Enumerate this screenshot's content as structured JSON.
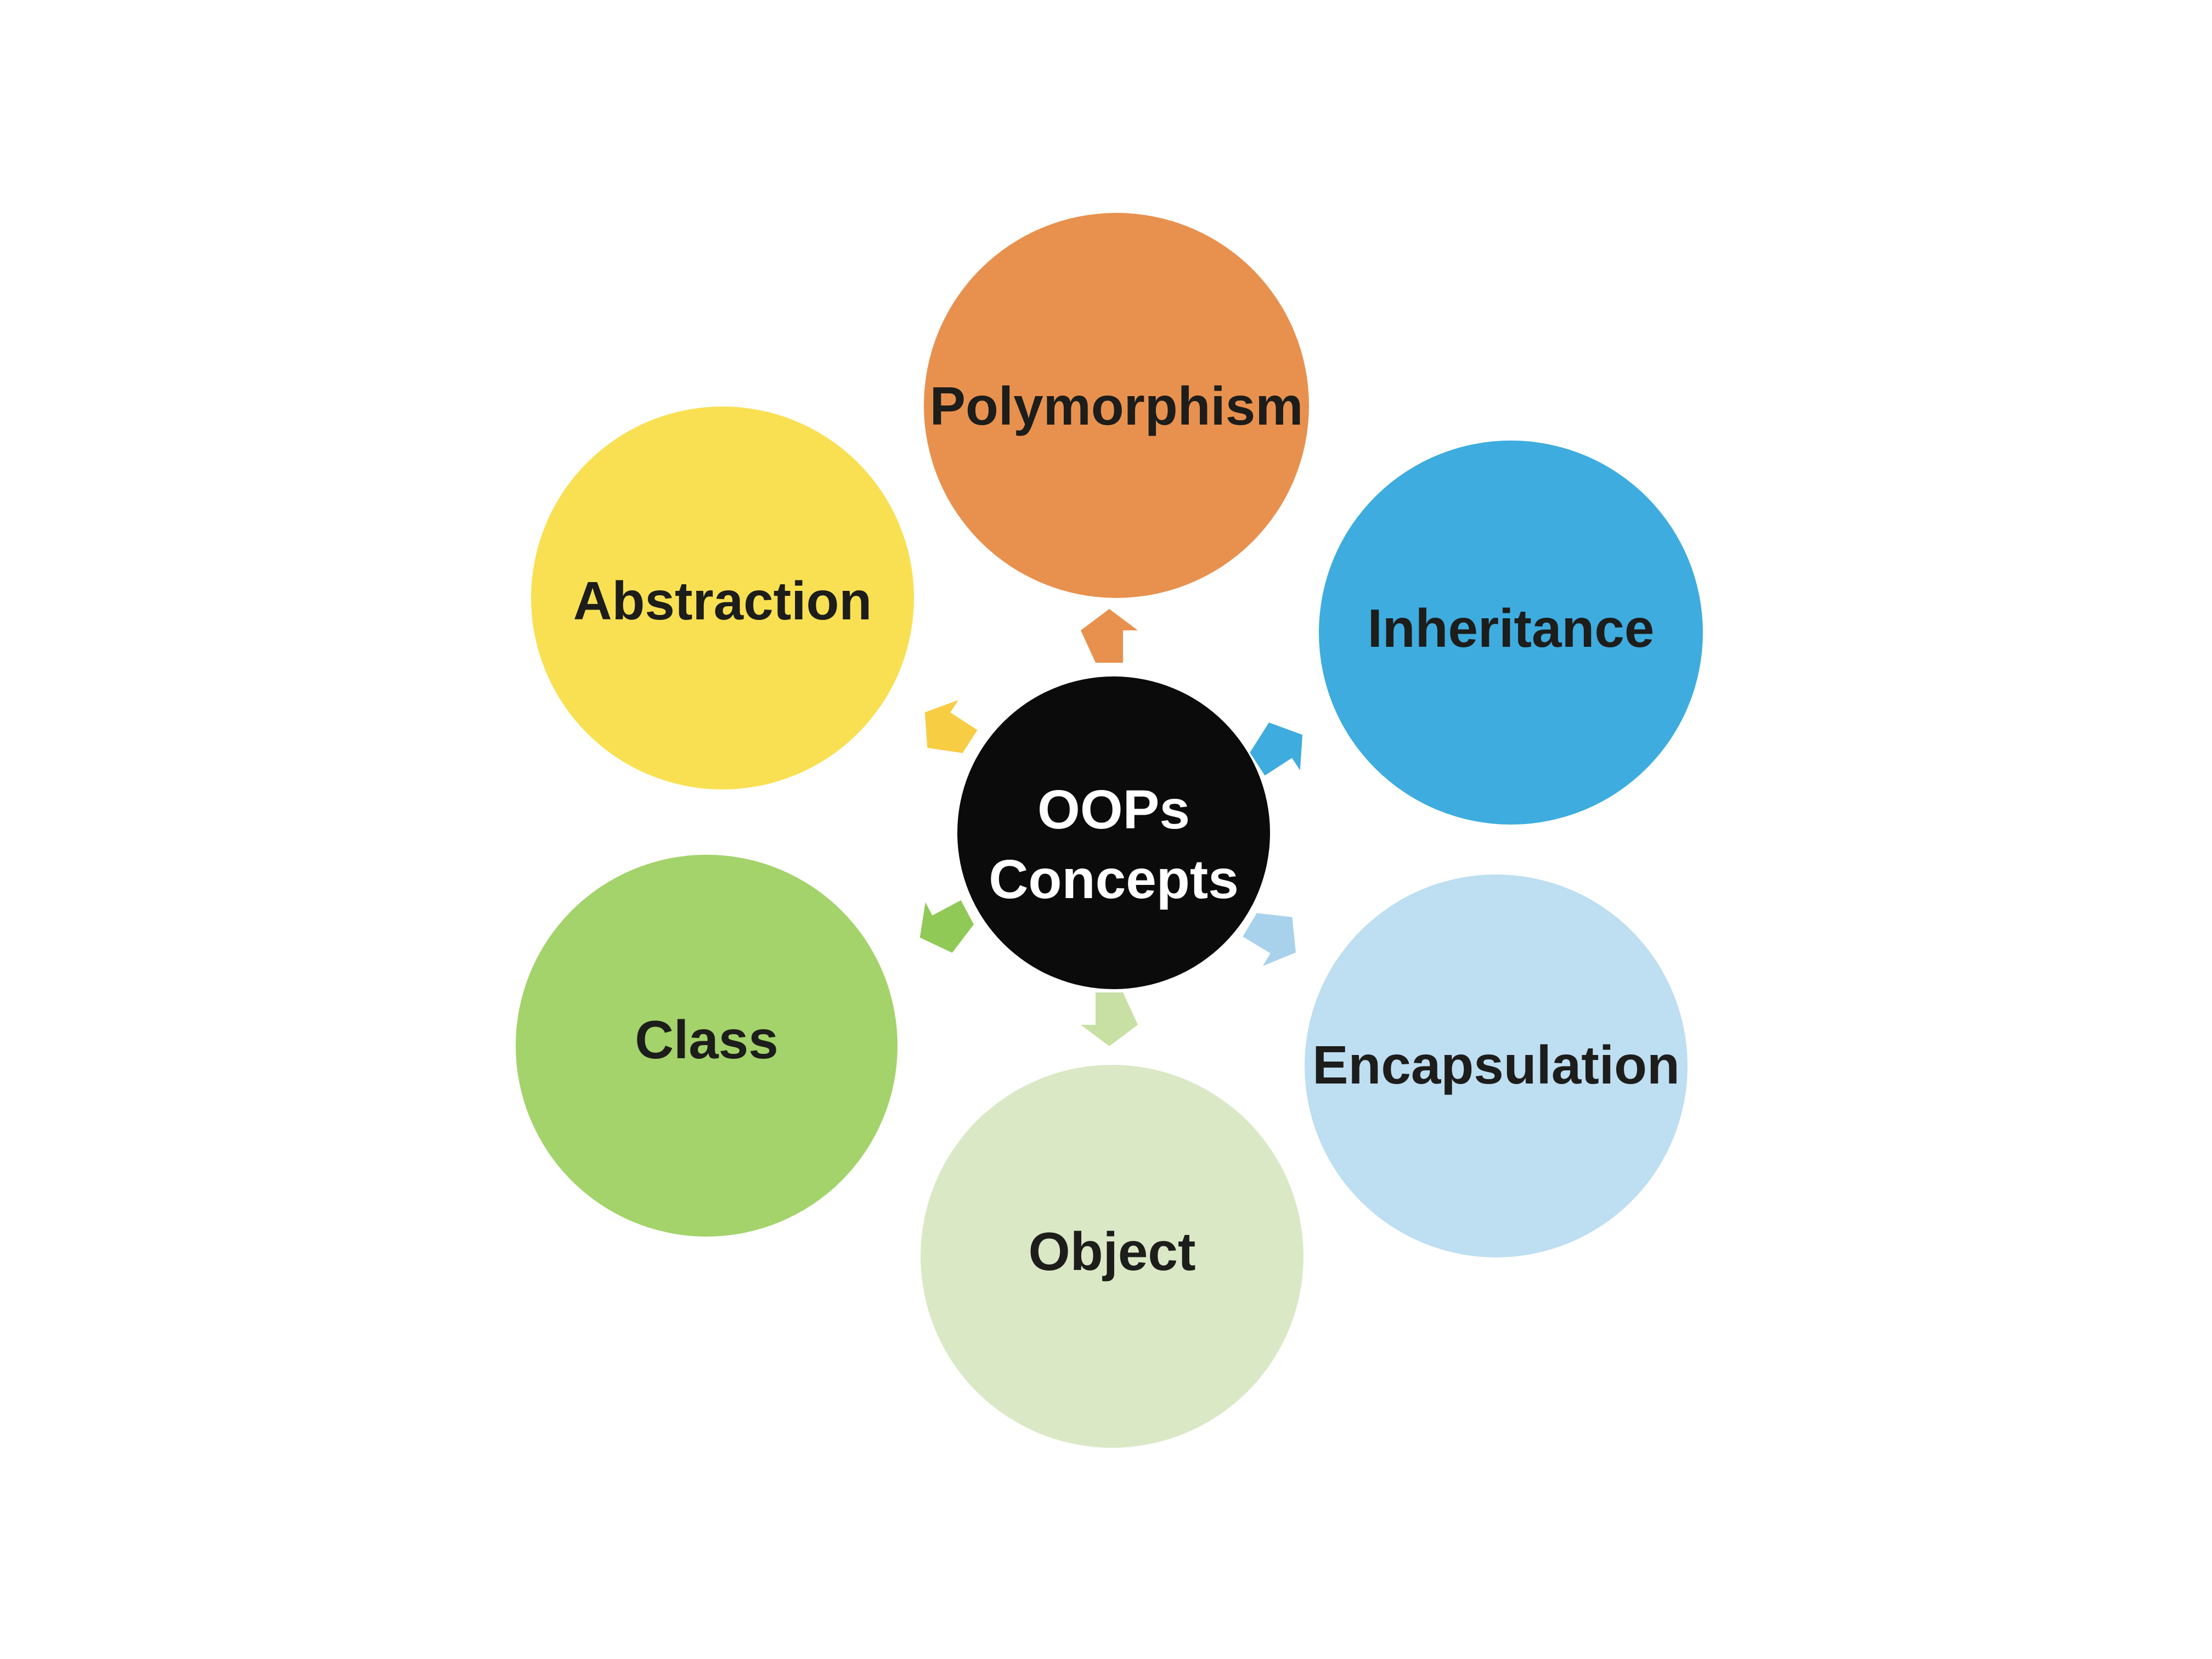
{
  "title": "OOPs Concepts",
  "background_color": "#ffffff",
  "label_text_color": "#1d1d1b",
  "center": {
    "line1": "OOPs",
    "line2": "Concepts",
    "fill": "#0b0b0b",
    "text_color": "#ffffff"
  },
  "nodes": [
    {
      "id": "polymorphism",
      "label": "Polymorphism",
      "color": "#e8914e",
      "position": "top"
    },
    {
      "id": "inheritance",
      "label": "Inheritance",
      "color": "#3eacdf",
      "position": "top-right"
    },
    {
      "id": "encapsulation",
      "label": "Encapsulation",
      "color": "#bedef1",
      "position": "bottom-right"
    },
    {
      "id": "object",
      "label": "Object",
      "color": "#dbe8c6",
      "position": "bottom"
    },
    {
      "id": "class",
      "label": "Class",
      "color": "#a3d36a",
      "position": "bottom-left"
    },
    {
      "id": "abstraction",
      "label": "Abstraction",
      "color": "#f9e052",
      "position": "top-left"
    }
  ],
  "arrows": [
    {
      "target": "polymorphism",
      "direction": "up",
      "color": "#e8914e"
    },
    {
      "target": "inheritance",
      "direction": "up-right",
      "color": "#3eacdf"
    },
    {
      "target": "encapsulation",
      "direction": "down-right",
      "color": "#a8d2eb"
    },
    {
      "target": "object",
      "direction": "down",
      "color": "#c8e0a4"
    },
    {
      "target": "class",
      "direction": "down-left",
      "color": "#90c956"
    },
    {
      "target": "abstraction",
      "direction": "up-left",
      "color": "#f7cd43"
    }
  ]
}
